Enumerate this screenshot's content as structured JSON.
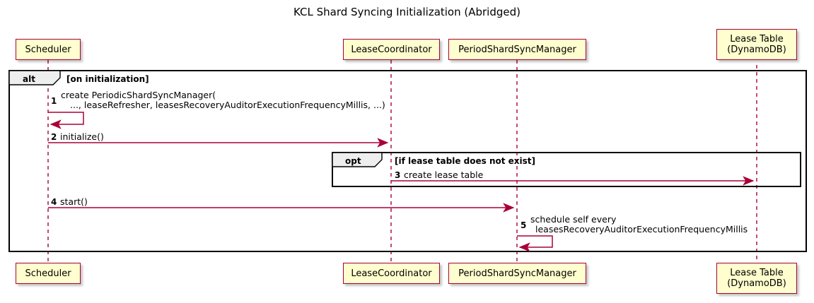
{
  "title": "KCL Shard Syncing Initialization (Abridged)",
  "colors": {
    "participant_fill": "#FEFECE",
    "participant_border": "#A80036",
    "arrow": "#A80036",
    "lifeline": "#A80036",
    "fragment_border": "#000000",
    "fragment_label_fill": "#EEEEEE",
    "text": "#000000",
    "background": "#FFFFFF"
  },
  "participants": [
    {
      "id": "scheduler",
      "lines": [
        "Scheduler"
      ]
    },
    {
      "id": "lease-coordinator",
      "lines": [
        "LeaseCoordinator"
      ]
    },
    {
      "id": "period-shard-sync-manager",
      "lines": [
        "PeriodShardSyncManager"
      ]
    },
    {
      "id": "lease-table",
      "lines": [
        "Lease Table",
        "(DynamoDB)"
      ]
    }
  ],
  "fragments": [
    {
      "id": "alt",
      "label": "alt",
      "guard": "[on initialization]"
    },
    {
      "id": "opt",
      "label": "opt",
      "guard": "[if lease table does not exist]"
    }
  ],
  "messages": [
    {
      "number": "1",
      "lines": [
        "create PeriodicShardSyncManager(",
        "..., leaseRefresher, leasesRecoveryAuditorExecutionFrequencyMillis, ...)"
      ],
      "from": "scheduler",
      "to": "scheduler",
      "kind": "self"
    },
    {
      "number": "2",
      "lines": [
        "initialize()"
      ],
      "from": "scheduler",
      "to": "lease-coordinator",
      "kind": "call"
    },
    {
      "number": "3",
      "lines": [
        "create lease table"
      ],
      "from": "lease-coordinator",
      "to": "lease-table",
      "kind": "call"
    },
    {
      "number": "4",
      "lines": [
        "start()"
      ],
      "from": "scheduler",
      "to": "period-shard-sync-manager",
      "kind": "call"
    },
    {
      "number": "5",
      "lines": [
        "schedule self every",
        "leasesRecoveryAuditorExecutionFrequencyMillis"
      ],
      "from": "period-shard-sync-manager",
      "to": "period-shard-sync-manager",
      "kind": "self"
    }
  ]
}
